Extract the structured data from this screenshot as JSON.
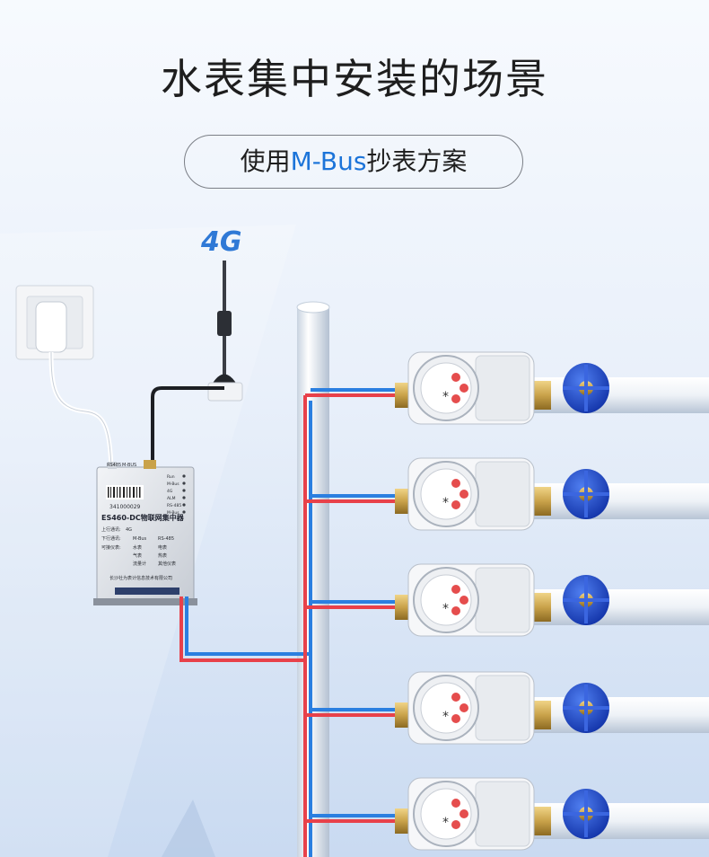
{
  "header": {
    "title": "水表集中安装的场景",
    "subtitle_prefix": "使用",
    "subtitle_highlight": "M-Bus",
    "subtitle_suffix": "抄表方案"
  },
  "network_label": "4G",
  "concentrator": {
    "model": "ES460-DC物联网集中器",
    "serial": "341000029",
    "uplink_label": "上行通讯:",
    "uplink_value": "4G",
    "downlink_label": "下行通讯:",
    "downlink_options": [
      "M-Bus",
      "RS-485"
    ],
    "meter_label": "可接仪表:",
    "meter_options": [
      "水表",
      "电表",
      "气表",
      "热表",
      "流量计",
      "其他仪表"
    ],
    "company": "长沙社为表计信息技术有限公司",
    "top_port_labels": [
      "RS485",
      "M-BUS"
    ],
    "indicator_labels": [
      "Run",
      "M-Bus",
      "4G",
      "ALM",
      "RS-485",
      "M-Bus"
    ]
  },
  "colors": {
    "background": "#d9e6f6",
    "accent": "#1c74d9",
    "wire_red": "#e8414a",
    "wire_blue": "#2b7fe0",
    "valve_blue": "#1b48c8",
    "brass": "#c9a24a"
  },
  "icons": [
    "power-socket-icon",
    "power-adapter-icon",
    "antenna-icon",
    "valve-handle-icon",
    "water-meter-icon"
  ]
}
